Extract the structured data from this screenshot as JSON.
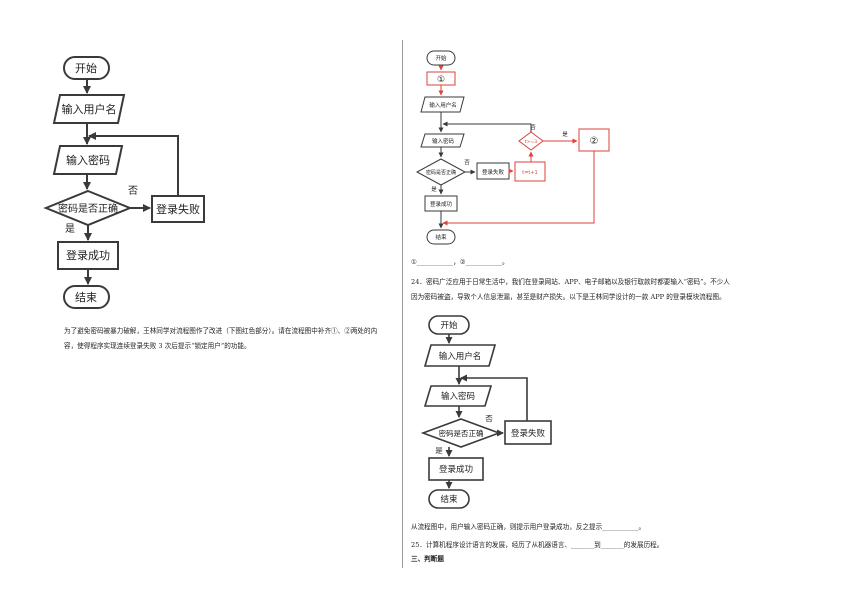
{
  "left_flow": {
    "start": "开始",
    "input_user": "输入用户名",
    "input_pwd": "输入密码",
    "check": "密码是否正确",
    "no": "否",
    "yes": "是",
    "fail": "登录失败",
    "success": "登录成功",
    "end": "结束"
  },
  "left_text": {
    "line1": "为了避免密码被暴力破解，王林同学对流程图作了改进（下图红色部分）。请在流程图中补齐①、②两处的内",
    "line2": "容，使得程序实现连续登录失败 3 次后提示“锁定用户”的功能。"
  },
  "mod_flow": {
    "start": "开始",
    "mark1": "①",
    "input_user": "输入用户名",
    "input_pwd": "输入密码",
    "check": "密码是否正确",
    "no": "否",
    "yes": "是",
    "fail": "登录失败",
    "counter": "t=t+1",
    "cond": "t>=3",
    "cond_no": "否",
    "cond_yes": "是",
    "mark2": "②",
    "success": "登录成功",
    "end": "结束"
  },
  "q23_blanks": "①___________，②___________。",
  "q24": {
    "line1": "24．密码广泛应用于日常生活中，我们在登录网站、APP、电子邮箱以及银行取款时都要输入“密码”。不少人",
    "line2": "因为密码被盗，导致个人信息泄漏，甚至是财产损失。以下是王林同学设计的一款 APP 的登录模块流程图。"
  },
  "right_flow": {
    "start": "开始",
    "input_user": "输入用户名",
    "input_pwd": "输入密码",
    "check": "密码是否正确",
    "no": "否",
    "yes": "是",
    "fail": "登录失败",
    "success": "登录成功",
    "end": "结束"
  },
  "q24_answer": "从流程图中，用户输入密码正确，则提示用户登录成功，反之提示___________。",
  "q25": "25．计算机程序设计语言的发展，经历了从机器语言、_______到_______的发展历程。",
  "section3": "三、判断题",
  "colors": {
    "line": "#3a3a3a",
    "red": "#e0413a"
  }
}
